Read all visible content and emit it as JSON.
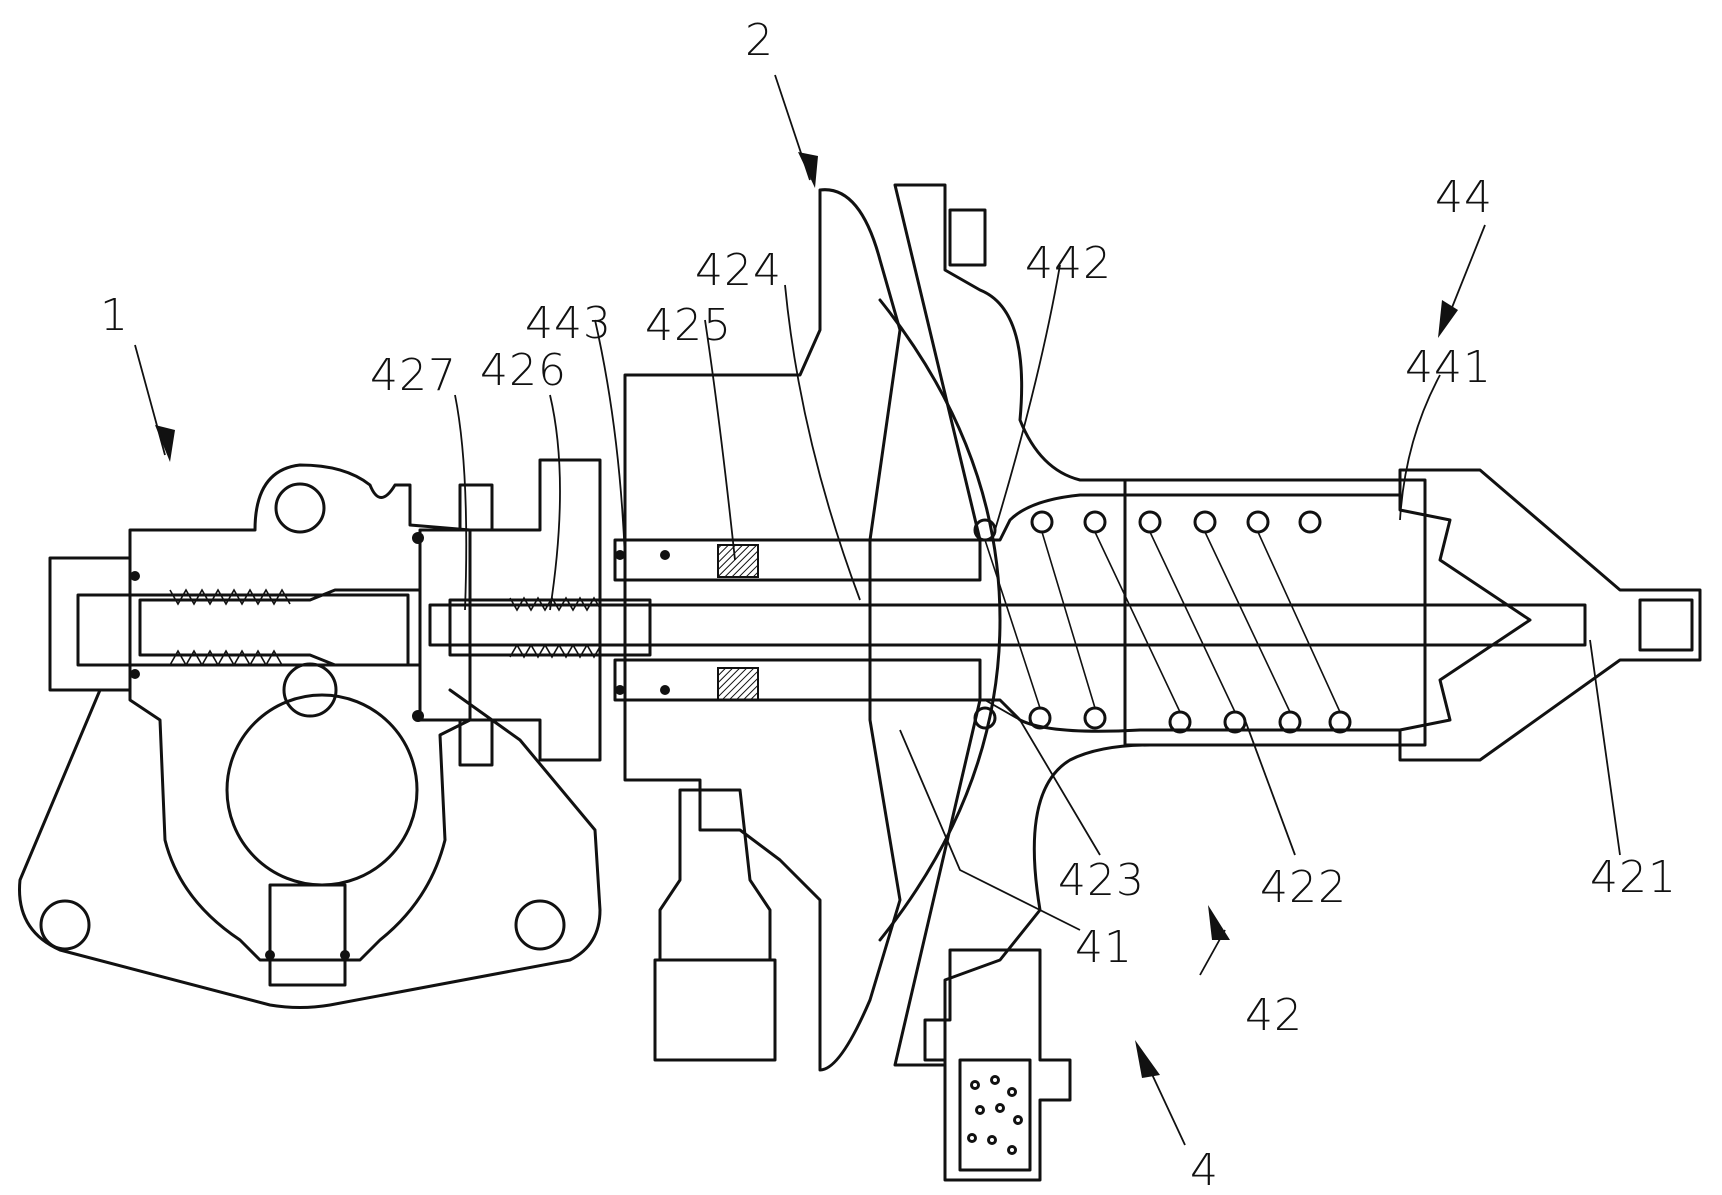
{
  "figure": {
    "labels": {
      "l1": "1",
      "l2": "2",
      "l4": "4",
      "l41": "41",
      "l42": "42",
      "l44": "44",
      "l421": "421",
      "l422": "422",
      "l423": "423",
      "l424": "424",
      "l425": "425",
      "l426": "426",
      "l427": "427",
      "l441": "441",
      "l442": "442",
      "l443": "443"
    },
    "colors": {
      "line": "#111111",
      "background": "#ffffff"
    }
  }
}
